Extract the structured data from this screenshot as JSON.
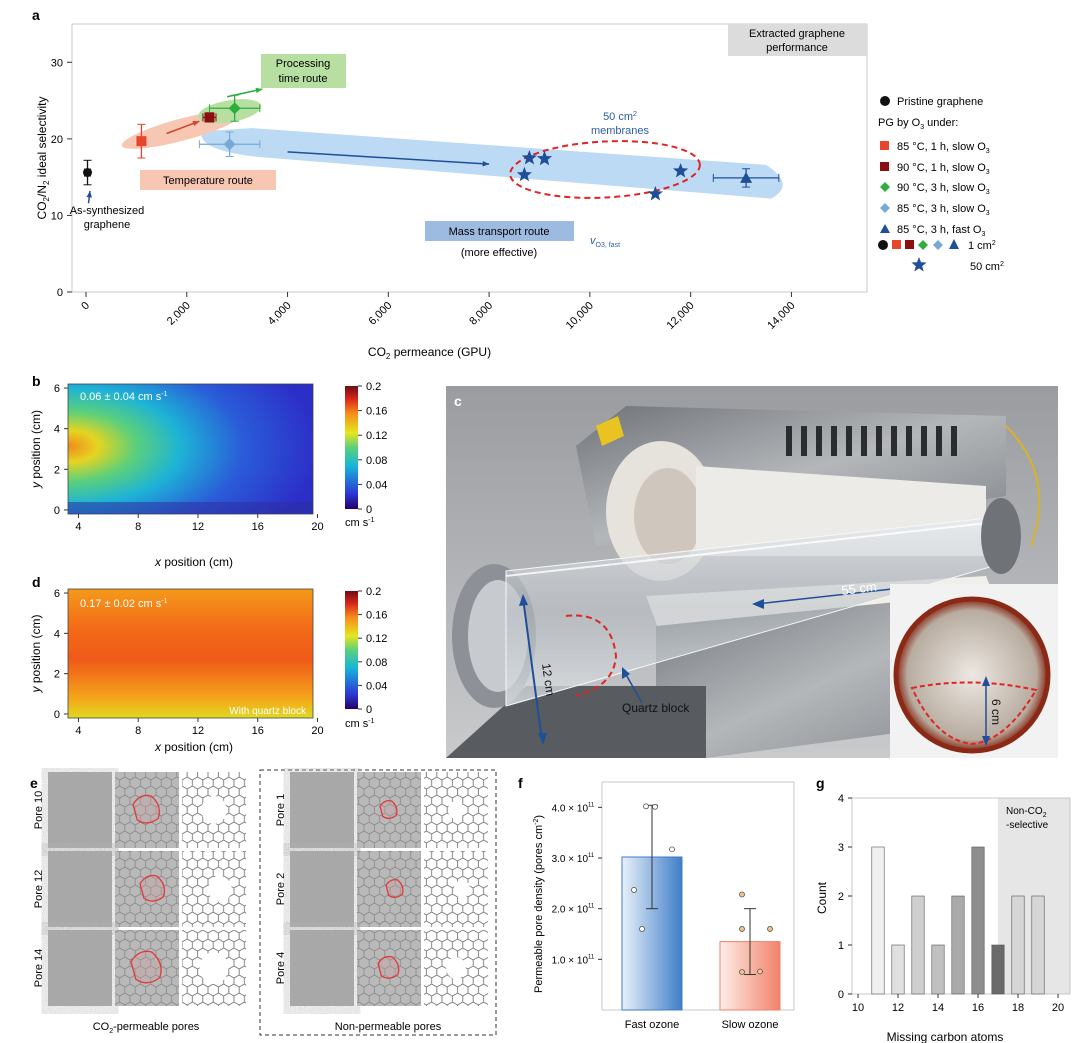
{
  "panel_letters": {
    "a": "a",
    "b": "b",
    "c": "c",
    "d": "d",
    "e": "e",
    "f": "f",
    "g": "g"
  },
  "panel_a": {
    "chart_data": {
      "type": "scatter",
      "xlabel": "CO2 permeance (GPU)",
      "ylabel": "CO2/N2 ideal selectivity",
      "xlim": [
        0,
        15500
      ],
      "ylim": [
        0,
        35
      ],
      "xticks": [
        0,
        2000,
        4000,
        6000,
        8000,
        10000,
        12000,
        14000
      ],
      "xtick_labels": [
        "0",
        "2,000",
        "4,000",
        "6,000",
        "8,000",
        "10,000",
        "12,000",
        "14,000"
      ],
      "yticks": [
        0,
        10,
        20,
        30
      ],
      "series": [
        {
          "name": "Pristine graphene",
          "marker": "circle",
          "color": "#111111",
          "points": [
            {
              "x": 30,
              "y": 15.6,
              "xerr": 60,
              "yerr": 1.6
            }
          ]
        },
        {
          "name": "85 °C, 1 h, slow O3",
          "marker": "square",
          "color": "#e8462c",
          "points": [
            {
              "x": 1100,
              "y": 19.7,
              "xerr": 0,
              "yerr": 2.2
            }
          ]
        },
        {
          "name": "90 °C, 1 h, slow O3",
          "marker": "square",
          "color": "#8b0e10",
          "points": [
            {
              "x": 2450,
              "y": 22.8,
              "xerr": 130,
              "yerr": 0.6
            }
          ]
        },
        {
          "name": "90 °C, 3 h, slow O3",
          "marker": "diamond",
          "color": "#2eae3e",
          "points": [
            {
              "x": 2950,
              "y": 24.0,
              "xerr": 500,
              "yerr": 1.7
            }
          ]
        },
        {
          "name": "85 °C, 3 h, slow O3",
          "marker": "diamond",
          "color": "#7aa7d9",
          "points": [
            {
              "x": 2850,
              "y": 19.3,
              "xerr": 600,
              "yerr": 1.6
            }
          ]
        },
        {
          "name": "85 °C, 3 h, fast O3",
          "marker": "triangle",
          "color": "#1f4f98",
          "points": [
            {
              "x": 13100,
              "y": 14.9,
              "xerr": 650,
              "yerr": 1.2
            }
          ]
        },
        {
          "name": "50 cm2",
          "marker": "star",
          "color": "#1f4f98",
          "points": [
            {
              "x": 8700,
              "y": 15.3
            },
            {
              "x": 8800,
              "y": 17.5
            },
            {
              "x": 9100,
              "y": 17.4
            },
            {
              "x": 11300,
              "y": 12.8
            },
            {
              "x": 11800,
              "y": 15.8
            }
          ]
        }
      ],
      "annotations": {
        "extracted": [
          "Extracted graphene",
          "performance"
        ],
        "processing": [
          "Processing",
          "time route"
        ],
        "temperature": "Temperature route",
        "as_synth": [
          "As-synthesized",
          "graphene"
        ],
        "membranes": [
          "50 cm",
          "2",
          "membranes"
        ],
        "mass": "Mass transport route",
        "more_eff": "(more effective)",
        "vfast": "v",
        "vfast_sub": "O3, fast"
      },
      "legend": {
        "pristine": "Pristine graphene",
        "pg_under": "PG by O",
        "pg_under_sub": "3",
        "pg_under_end": " under:",
        "items": [
          "85 °C, 1 h, slow O",
          "90 °C, 1 h, slow O",
          "90 °C, 3 h, slow O",
          "85 °C, 3 h, slow O",
          "85 °C, 3 h, fast O"
        ],
        "item_sub": "3",
        "size_1": "1 cm",
        "size_50": "50 cm",
        "sup2": "2"
      }
    }
  },
  "panel_b": {
    "chart_data": {
      "type": "heatmap",
      "xlabel": "x position (cm)",
      "ylabel": "y position (cm)",
      "xlim": [
        3.3,
        19.7
      ],
      "ylim": [
        -0.2,
        6.2
      ],
      "xticks": [
        4,
        8,
        12,
        16,
        20
      ],
      "yticks": [
        0,
        2,
        4,
        6
      ],
      "colorbar_ticks": [
        "0.2",
        "0.16",
        "0.12",
        "0.08",
        "0.04",
        "0"
      ],
      "colorbar_range": [
        0,
        0.2
      ],
      "colorbar_unit": "cm s",
      "colorbar_unit_sup": "-1",
      "annotation": "0.06 ± 0.04 cm s",
      "annotation_sup": "-1",
      "mean_velocity": 0.06,
      "std_velocity": 0.04
    }
  },
  "panel_d": {
    "chart_data": {
      "type": "heatmap",
      "xlabel": "x position (cm)",
      "ylabel": "y position (cm)",
      "xlim": [
        3.3,
        19.7
      ],
      "ylim": [
        -0.2,
        6.2
      ],
      "xticks": [
        4,
        8,
        12,
        16,
        20
      ],
      "yticks": [
        0,
        2,
        4,
        6
      ],
      "colorbar_ticks": [
        "0.2",
        "0.16",
        "0.12",
        "0.08",
        "0.04",
        "0"
      ],
      "colorbar_range": [
        0,
        0.2
      ],
      "colorbar_unit": "cm s",
      "colorbar_unit_sup": "-1",
      "annotation": "0.17 ± 0.02 cm s",
      "annotation_sup": "-1",
      "inset_label": "With quartz block",
      "mean_velocity": 0.17,
      "std_velocity": 0.02
    }
  },
  "panel_c": {
    "labels": {
      "length": "55 cm",
      "diameter": "12 cm",
      "quartz": "Quartz block",
      "height": "6 cm"
    }
  },
  "panel_e": {
    "left_pores": [
      "Pore 10",
      "Pore 12",
      "Pore 14"
    ],
    "right_pores": [
      "Pore 1",
      "Pore 2",
      "Pore 4"
    ],
    "left_caption": "CO",
    "left_caption_sub": "2",
    "left_caption_end": "-permeable pores",
    "right_caption": "Non-permeable pores"
  },
  "panel_f": {
    "chart_data": {
      "type": "bar",
      "categories": [
        "Fast ozone",
        "Slow ozone"
      ],
      "values": [
        302000000000.0,
        135000000000.0
      ],
      "errors": [
        102000000000.0,
        65000000000.0
      ],
      "points": [
        [
          402000000000.0,
          401000000000.0,
          317000000000.0,
          237000000000.0,
          160000000000.0
        ],
        [
          228000000000.0,
          75000000000.0,
          76000000000.0,
          160000000000.0,
          160000000000.0
        ]
      ],
      "ylim": [
        0,
        450000000000.0
      ],
      "yticks": [
        100000000000.0,
        200000000000.0,
        300000000000.0,
        400000000000.0
      ],
      "ytick_labels": [
        "1.0 × 10",
        "2.0 × 10",
        "3.0 × 10",
        "4.0 × 10"
      ],
      "ytick_exp": "11",
      "ylabel": "Permeable pore density (pores cm",
      "ylabel_sup": "-2",
      "ylabel_end": ")",
      "colors": [
        "#3f7ec8",
        "#f1826a"
      ]
    }
  },
  "panel_g": {
    "chart_data": {
      "type": "bar",
      "x": [
        11,
        12,
        13,
        14,
        15,
        16,
        17,
        18,
        19
      ],
      "values": [
        3,
        1,
        2,
        1,
        2,
        3,
        1,
        2,
        2
      ],
      "colors": [
        "#f0f0f0",
        "#e0e0e0",
        "#cfcfcf",
        "#c0c0c0",
        "#aaaaaa",
        "#8e8e8e",
        "#6a6a6a",
        "#d6d6d6",
        "#d6d6d6"
      ],
      "xlim": [
        9.7,
        20.6
      ],
      "ylim": [
        0,
        4
      ],
      "xticks": [
        10,
        12,
        14,
        16,
        18,
        20
      ],
      "yticks": [
        0,
        1,
        2,
        3,
        4
      ],
      "xlabel": "Missing carbon atoms",
      "ylabel": "Count",
      "shaded_from": 17,
      "shade_label": [
        "Non-CO",
        "-selective"
      ],
      "shade_sub": "2"
    }
  }
}
